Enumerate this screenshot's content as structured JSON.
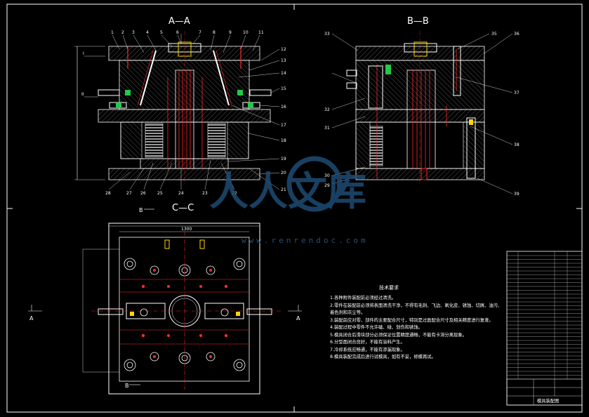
{
  "views": {
    "aa_title": "A—A",
    "bb_title": "B—B",
    "cc_title": "C—C"
  },
  "section_marks": {
    "a": "A",
    "b": "B"
  },
  "dimensions": {
    "overall_width": "1300"
  },
  "part_numbers": {
    "aa_top": [
      "1",
      "2",
      "3",
      "4",
      "5",
      "6",
      "7",
      "8",
      "9",
      "10",
      "11"
    ],
    "aa_right": [
      "12",
      "13",
      "14",
      "15",
      "16",
      "17",
      "18",
      "19",
      "20",
      "21"
    ],
    "aa_bottom": [
      "28",
      "27",
      "26",
      "25",
      "24",
      "23",
      "22"
    ],
    "bb_left": [
      "33",
      "32",
      "31",
      "30",
      "29"
    ],
    "bb_right": [
      "35",
      "36",
      "37",
      "38",
      "39"
    ]
  },
  "tech_requirements": {
    "heading": "技术要求",
    "items": [
      "1.各种附件装配前必须经过清洗。",
      "2.零件在装配前必须将表面清洗干净，不得有毛刺、飞边、氧化皮、锈蚀、切屑、油污、",
      "  着色剂和灰尘等。",
      "3.装配前应对零、部件的主要配合尺寸，特别是过盈配合尺寸及相关精度进行复查。",
      "4.装配过程中零件不允许磕、碰、划伤和锈蚀。",
      "5.模具闭合后滑块部分必须保证位置精度通畅，不能有卡滞分离现象。",
      "6.分型面闭合良好，不能有溢料产生。",
      "7.冷却系统应畅通，不能有渗漏现象。",
      "8.模具装配完成后进行试模具，如有不妥，修模再试。"
    ]
  },
  "title_block": {
    "drawing_name": "模具装配图"
  },
  "watermark": {
    "text": "人人文库",
    "url": "www.renrendoc.com"
  },
  "colors": {
    "line": "#ffffff",
    "accent": "#ff2a2a",
    "green": "#22c94a",
    "yellow": "#ffd700",
    "watermark": "#1e4c74"
  }
}
